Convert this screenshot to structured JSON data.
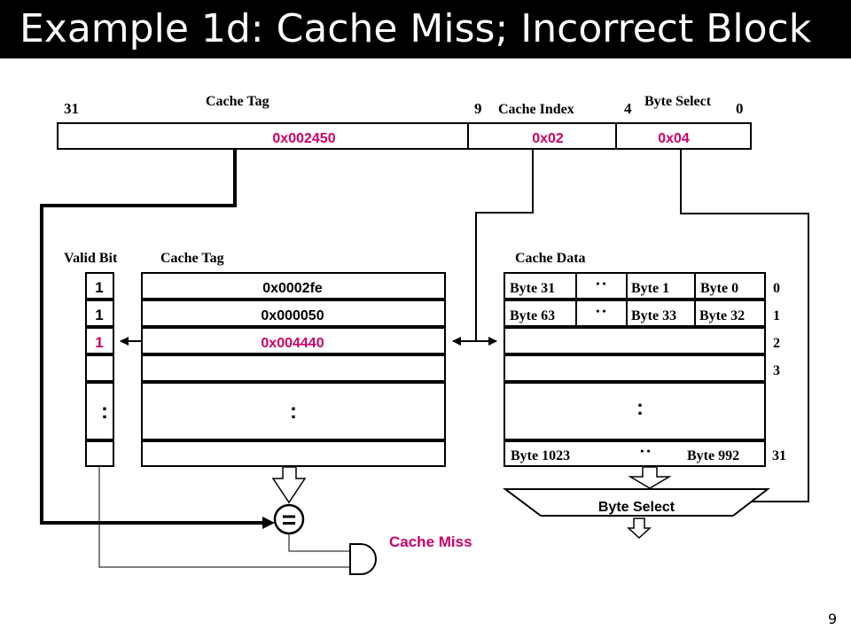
{
  "title": "Example 1d:  Cache Miss; Incorrect Block",
  "page_number": "9",
  "address": {
    "bit_31": "31",
    "bit_9": "9",
    "bit_4": "4",
    "bit_0": "0",
    "tag_label": "Cache Tag",
    "index_label": "Cache Index",
    "byte_select_label": "Byte Select",
    "tag_value": "0x002450",
    "index_value": "0x02",
    "byte_select_value": "0x04"
  },
  "cache": {
    "valid_label": "Valid Bit",
    "tag_label": "Cache Tag",
    "data_label": "Cache Data",
    "valid_bits": [
      "1",
      "1",
      "1"
    ],
    "tags": [
      "0x0002fe",
      "0x000050",
      "0x004440"
    ],
    "ellipsis": ":",
    "dots": "• •",
    "row0": {
      "b31": "Byte 31",
      "b1": "Byte 1",
      "b0": "Byte 0"
    },
    "row1": {
      "b63": "Byte 63",
      "b33": "Byte 33",
      "b32": "Byte 32"
    },
    "last_row": {
      "b1023": "Byte 1023",
      "b992": "Byte 992"
    },
    "row_indices": [
      "0",
      "1",
      "2",
      "3",
      "31"
    ]
  },
  "comparator_symbol": "=",
  "cache_miss_label": "Cache Miss",
  "byte_select_mux_label": "Byte Select",
  "colors": {
    "highlight": "#cc0066",
    "black": "#000000"
  }
}
